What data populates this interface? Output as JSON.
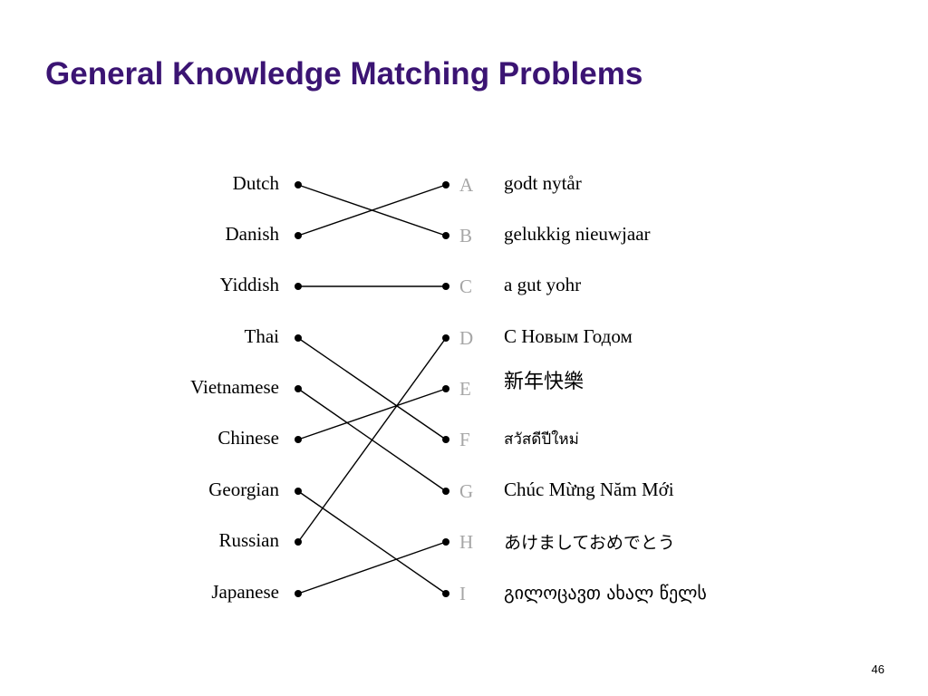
{
  "title": "General Knowledge Matching Problems",
  "languages": [
    "Dutch",
    "Danish",
    "Yiddish",
    "Thai",
    "Vietnamese",
    "Chinese",
    "Georgian",
    "Russian",
    "Japanese"
  ],
  "letters": [
    "A",
    "B",
    "C",
    "D",
    "E",
    "F",
    "G",
    "H",
    "I"
  ],
  "phrases": [
    "godt nytår",
    "gelukkig nieuwjaar",
    "a gut yohr",
    "С Новым Годом",
    "新年快樂",
    "สวัสดีปีใหม่",
    "Chúc Mừng Năm Mới",
    "あけましておめでとう",
    "გილოცავთ ახალ წელს"
  ],
  "matches": [
    {
      "language": "Dutch",
      "letter": "B"
    },
    {
      "language": "Danish",
      "letter": "A"
    },
    {
      "language": "Yiddish",
      "letter": "C"
    },
    {
      "language": "Thai",
      "letter": "F"
    },
    {
      "language": "Vietnamese",
      "letter": "G"
    },
    {
      "language": "Chinese",
      "letter": "E"
    },
    {
      "language": "Georgian",
      "letter": "I"
    },
    {
      "language": "Russian",
      "letter": "D"
    },
    {
      "language": "Japanese",
      "letter": "H"
    }
  ],
  "colors": {
    "title": "#3b1473",
    "letters": "#a6a6a6",
    "lines": "#000000"
  },
  "page_number": "46"
}
